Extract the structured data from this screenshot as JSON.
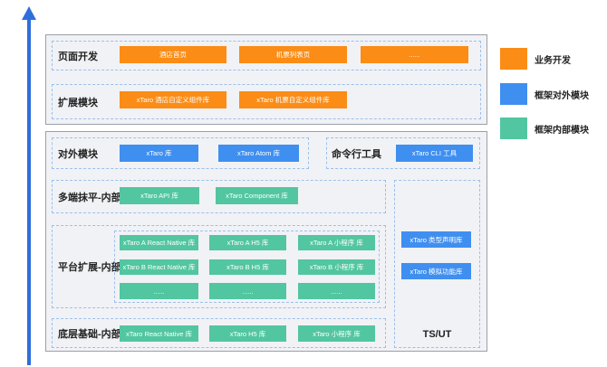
{
  "layers": {
    "page_dev": {
      "label": "页面开发",
      "items": [
        "酒店首页",
        "机票列表页",
        "......"
      ]
    },
    "extension": {
      "label": "扩展模块",
      "items": [
        "xTaro 酒店自定义组件库",
        "xTaro 机票自定义组件库"
      ]
    },
    "external": {
      "label": "对外模块",
      "items": [
        "xTaro 库",
        "xTaro Atom 库"
      ]
    },
    "cli": {
      "label": "命令行工具",
      "items": [
        "xTaro CLI 工具"
      ]
    },
    "multi_end": {
      "label": "多端抹平-内部",
      "items": [
        "xTaro API 库",
        "xTaro Component 库"
      ]
    },
    "platform": {
      "label": "平台扩展-内部",
      "rows": [
        [
          "xTaro A React Native 库",
          "xTaro A H5 库",
          "xTaro A 小程序 库"
        ],
        [
          "xTaro B React Native 库",
          "xTaro B H5 库",
          "xTaro B 小程序 库"
        ],
        [
          "......",
          "......",
          "......"
        ]
      ]
    },
    "base": {
      "label": "底层基础-内部",
      "items": [
        "xTaro React Native 库",
        "xTaro H5 库",
        "xTaro 小程序 库"
      ]
    },
    "tsut": {
      "label": "TS/UT",
      "items": [
        "xTaro 类型声明库",
        "xTaro 模拟功能库"
      ]
    }
  },
  "legend": [
    {
      "label": "业务开发",
      "color": "#fb8c16"
    },
    {
      "label": "框架对外模块",
      "color": "#3f8ff0"
    },
    {
      "label": "框架内部模块",
      "color": "#52c6a0"
    }
  ]
}
